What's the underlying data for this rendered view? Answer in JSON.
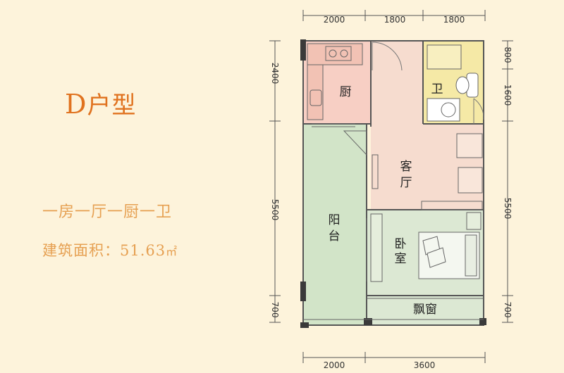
{
  "title": {
    "code": "D",
    "suffix": "户型"
  },
  "layout_desc": "一房一厅一厨一卫",
  "area": {
    "label": "建筑面积：",
    "value": "51.63",
    "unit": "㎡"
  },
  "rooms": {
    "kitchen": "厨",
    "bathroom": "卫",
    "living": [
      "客",
      "厅"
    ],
    "balcony": [
      "阳",
      "台"
    ],
    "bedroom": [
      "卧",
      "室"
    ],
    "bay_window": "飘窗"
  },
  "dimensions": {
    "top": [
      "2000",
      "1800",
      "1800"
    ],
    "bottom": [
      "2000",
      "3600"
    ],
    "left": [
      "2400",
      "5500",
      "700"
    ],
    "right": [
      "800",
      "1600",
      "5500",
      "700"
    ]
  },
  "colors": {
    "background": "#fdf3db",
    "kitchen": "#f7cfc4",
    "living": "#f6dccf",
    "bathroom": "#f5e9a6",
    "balcony": "#d2e4c8",
    "bedroom": "#dce8d3",
    "title": "#e0721f",
    "info_text": "#e6a052"
  }
}
